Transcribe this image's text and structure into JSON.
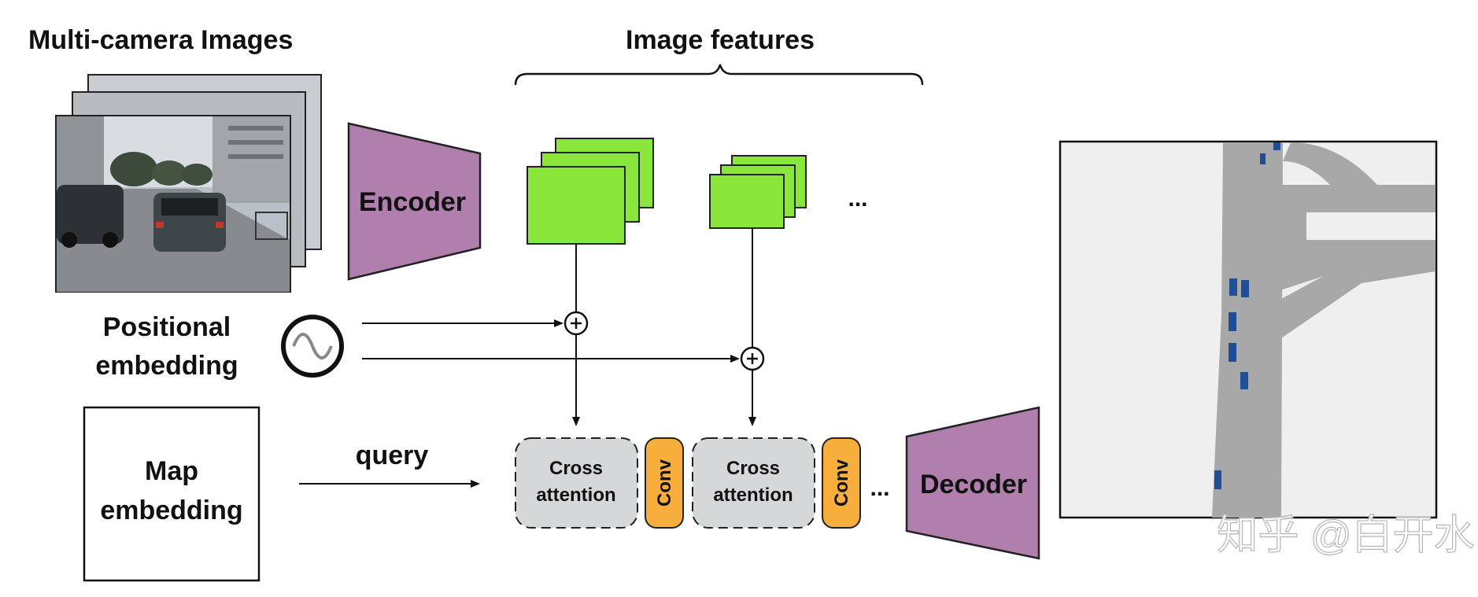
{
  "labels": {
    "multi_camera": "Multi-camera Images",
    "image_features": "Image features",
    "encoder": "Encoder",
    "decoder": "Decoder",
    "positional_line1": "Positional",
    "positional_line2": "embedding",
    "map_line1": "Map",
    "map_line2": "embedding",
    "query": "query",
    "cross_line1": "Cross",
    "cross_line2": "attention",
    "conv": "Conv",
    "ellipsis": "...",
    "watermark": "知乎 @白开水"
  },
  "colors": {
    "encoder_fill": "#b07fad",
    "feature_fill": "#8ae63a",
    "cross_fill": "#d4d8d9",
    "conv_fill": "#f8ae3c",
    "bev_background": "#efefef",
    "bev_road": "#a8a8a8",
    "bev_vehicle": "#1f4f97"
  },
  "icons": {
    "sine": "sine-wave-icon",
    "add": "plus-circle-icon"
  }
}
